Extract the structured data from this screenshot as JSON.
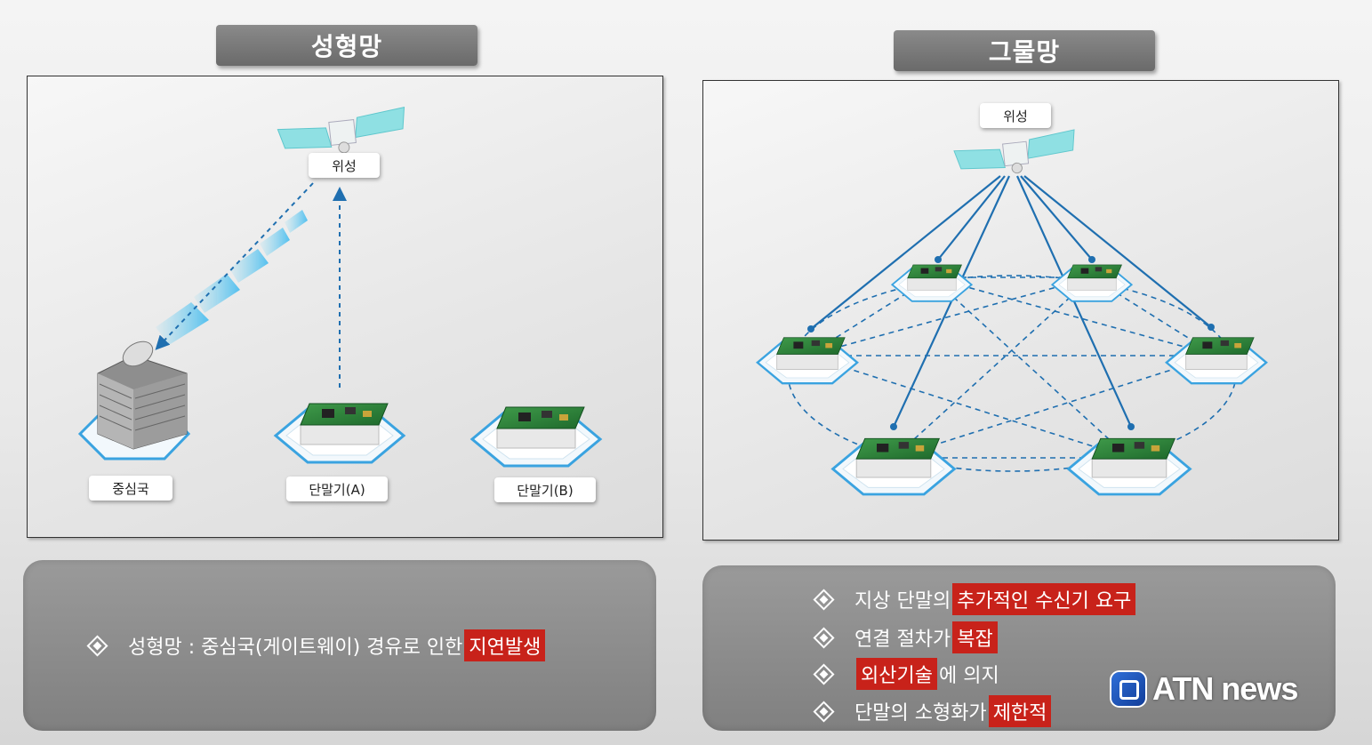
{
  "left": {
    "title": "성형망",
    "labels": {
      "satellite": "위성",
      "hub": "중심국",
      "terminal_a": "단말기(A)",
      "terminal_b": "단말기(B)"
    },
    "bullet": {
      "text": "성형망 : 중심국(게이트웨이) 경유로 인한 ",
      "highlight": "지연발생"
    }
  },
  "right": {
    "title": "그물망",
    "labels": {
      "satellite": "위성"
    },
    "bullets": [
      {
        "pre": "지상 단말의 ",
        "highlight": "추가적인 수신기 요구",
        "post": ""
      },
      {
        "pre": "연결 절차가 ",
        "highlight": "복잡",
        "post": ""
      },
      {
        "pre": "",
        "highlight": "외산기술",
        "post": "에 의지"
      },
      {
        "pre": "단말의 소형화가 ",
        "highlight": "제한적",
        "post": ""
      }
    ]
  },
  "logo": {
    "text": "ATN news"
  },
  "colors": {
    "highlight": "#c8221a",
    "link": "#1f6fb0",
    "panel_border": "#333333"
  }
}
